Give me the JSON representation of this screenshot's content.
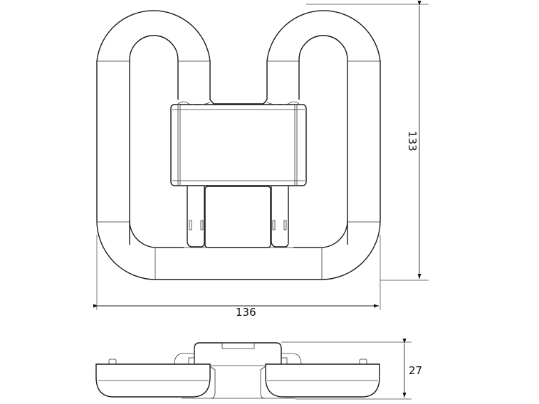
{
  "drawing": {
    "subject": "2D double-loop fluorescent lamp (GR10q style) dimensional drawing",
    "views": [
      "top-view",
      "side-view"
    ],
    "units": "mm"
  },
  "dimensions": {
    "width": "136",
    "height": "133",
    "depth": "27"
  }
}
